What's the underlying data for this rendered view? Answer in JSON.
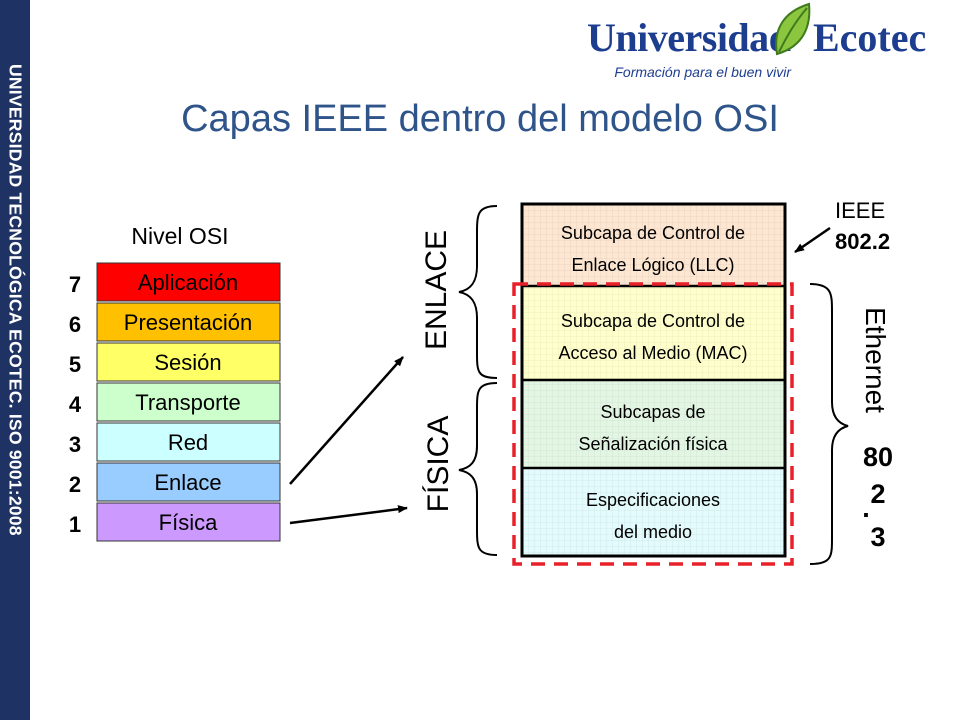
{
  "sidebar": {
    "text": "UNIVERSIDAD TECNOLÓGICA ECOTEC. ISO 9001:2008"
  },
  "logo": {
    "part1": "Universidad",
    "part2": "Ecotec",
    "tagline": "Formación para el buen vivir"
  },
  "title": "Capas IEEE dentro del modelo OSI",
  "osi": {
    "heading": "Nivel OSI",
    "layers": [
      {
        "num": "7",
        "name": "Aplicación",
        "color": "#ff0000"
      },
      {
        "num": "6",
        "name": "Presentación",
        "color": "#ffc000"
      },
      {
        "num": "5",
        "name": "Sesión",
        "color": "#ffff66"
      },
      {
        "num": "4",
        "name": "Transporte",
        "color": "#ccffcc"
      },
      {
        "num": "3",
        "name": "Red",
        "color": "#ccffff"
      },
      {
        "num": "2",
        "name": "Enlace",
        "color": "#99ccff"
      },
      {
        "num": "1",
        "name": "Física",
        "color": "#cc99ff"
      }
    ]
  },
  "groups": {
    "enlace": "ENLACE",
    "fisica": "FÍSICA"
  },
  "sublayers": [
    {
      "line1": "Subcapa de Control de",
      "line2": "Enlace Lógico (LLC)",
      "color": "#fde6d2"
    },
    {
      "line1": "Subcapa de Control de",
      "line2": "Acceso al Medio (MAC)",
      "color": "#ffffcc"
    },
    {
      "line1": "Subcapas de",
      "line2": "Señalización física",
      "color": "#e3f6e3"
    },
    {
      "line1": "Especificaciones",
      "line2": "del medio",
      "color": "#e3fbfc"
    }
  ],
  "ieee": {
    "line1": "IEEE",
    "line2": "802.2"
  },
  "ethernet": {
    "label": "Ethernet",
    "num1": "80",
    "num2": "2",
    "dot": ".",
    "num3": "3"
  },
  "colors": {
    "sidebar": "#1e3264",
    "title": "#2e548a",
    "logo": "#1d3d8f",
    "dashed": "#e8202a"
  }
}
